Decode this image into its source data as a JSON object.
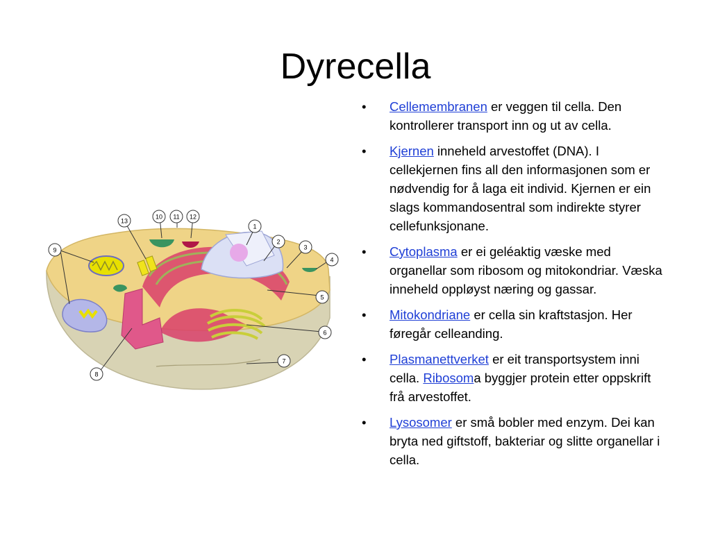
{
  "slide": {
    "title": "Dyrecella"
  },
  "diagram": {
    "callout_numbers": [
      "1",
      "2",
      "3",
      "4",
      "5",
      "6",
      "7",
      "8",
      "9",
      "10",
      "11",
      "12",
      "13"
    ],
    "colors": {
      "cytoplasm": "#efd487",
      "cell_base": "#d8d3b4",
      "er_rough": "#d9406b",
      "nucleus": "#dbe0f5",
      "nucleolus": "#e7a9e8",
      "mitochondria": "#e8e000",
      "vacuole": "#b4b7e8",
      "golgi": "#d8dd5a",
      "lysosome": "#3a9460"
    }
  },
  "bullets": [
    {
      "link": "Cellemembranen",
      "text": " er veggen til cella. Den kontrollerer transport inn og ut av cella."
    },
    {
      "link": "Kjernen",
      "text": " inneheld arvestoffet (DNA). I cellekjernen fins all den informasjonen som er nødvendig for å laga eit individ. Kjernen er ein slags kommandosentral som indirekte styrer cellefunksjonane."
    },
    {
      "link": "Cytoplasma",
      "text": " er ei geléaktig væske med organellar som ribosom og mitokondriar. Væska inneheld oppløyst næring og gassar."
    },
    {
      "link": "Mitokondriane",
      "text": " er cella sin kraftstasjon. Her føregår celleanding."
    },
    {
      "link": "Plasmanettverket",
      "text": " er eit transportsystem inni cella. ",
      "link2": "Ribosom",
      "text2": "a byggjer protein etter oppskrift frå arvestoffet."
    },
    {
      "link": "Lysosomer",
      "text": " er små bobler med enzym. Dei kan bryta ned giftstoff, bakteriar og slitte organellar i cella."
    }
  ],
  "bullet_symbol": "•"
}
